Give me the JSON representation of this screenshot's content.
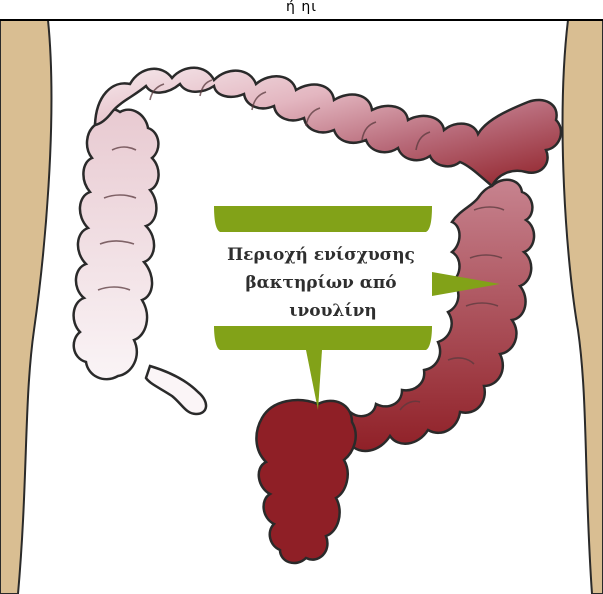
{
  "caption": {
    "top_text": "ή ηι"
  },
  "label": {
    "line1": "Περιοχή ενίσχυσης",
    "line2": "βακτηρίων από",
    "line3": "ινουλίνη"
  },
  "colors": {
    "skin": "#d9be92",
    "body_outline": "#2a2a2a",
    "colon_light": "#f3e3e6",
    "colon_mid": "#c98a98",
    "colon_dark": "#8f1f26",
    "label_green": "#82a218",
    "label_text": "#2e2e2e"
  }
}
